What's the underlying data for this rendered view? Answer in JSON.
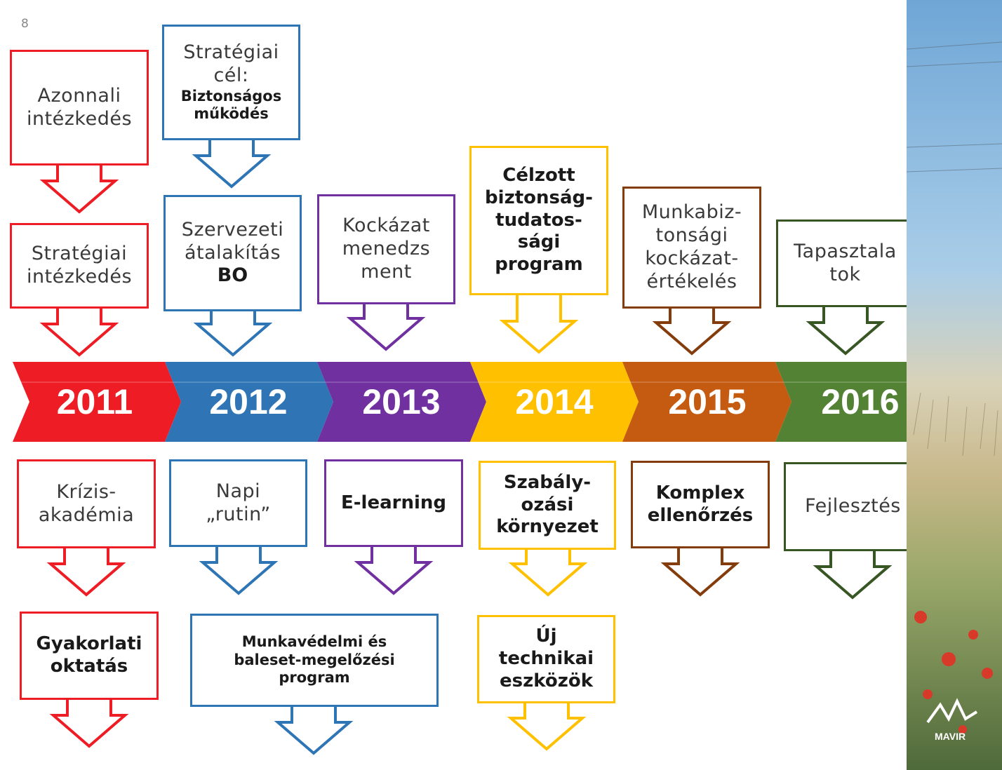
{
  "page_number": "8",
  "colors": {
    "2011": "#ee1c24",
    "2012": "#2f75b6",
    "2013": "#7030a0",
    "2014": "#ffc000",
    "2015": "#c55a11",
    "2016": "#548235",
    "frame_2015": "#843c0c",
    "frame_2016": "#375623",
    "frame_2012": "#2e75b6"
  },
  "timeline": {
    "years": [
      "2011",
      "2012",
      "2013",
      "2014",
      "2015",
      "2016"
    ]
  },
  "callouts": {
    "c2011_a": "Azonnali\nintézkedés",
    "c2011_b": "Stratégiai\nintézkedés",
    "c2012_a_light": "Stratégiai\ncél:",
    "c2012_a_bold": "Biztonságos\nműködés",
    "c2012_b_light": "Szervezeti\nátalakítás",
    "c2012_b_bold": "BO",
    "c2013_a": "Kockázat\nmenedzs\nment",
    "c2014_a": "Célzott\nbiztonság-\ntudatos-\nsági\nprogram",
    "c2015_a": "Munkabiz-\ntonsági\nkockázat-\nértékelés",
    "c2016_a": "Tapasztala\ntok",
    "c2011_c": "Krízis-\nakadémia",
    "c2011_d": "Gyakorlati\noktatás",
    "c2012_c": "Napi\n„rutin”",
    "c2012_d": "Munkavédelmi és\nbaleset-megelőzési\nprogram",
    "c2013_c": "E-learning",
    "c2014_c": "Szabály-\nozási\nkörnyezet",
    "c2014_d": "Új\ntechnikai\neszközök",
    "c2015_c": "Komplex\nellenőrzés",
    "c2016_c": "Fejlesztés"
  },
  "logo_text": "MAVIR"
}
